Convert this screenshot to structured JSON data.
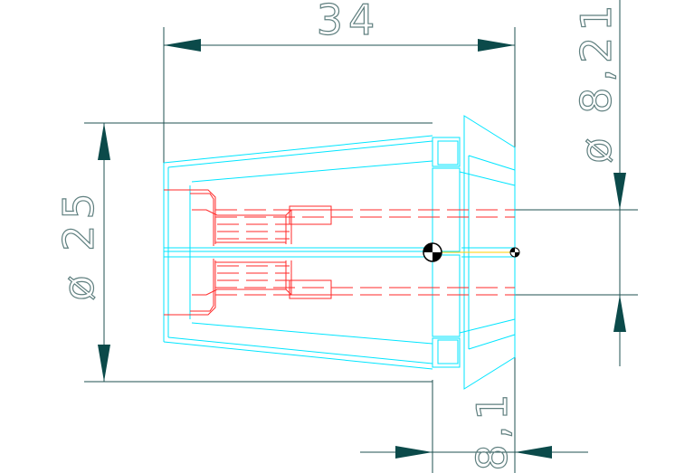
{
  "dimensions": {
    "length": "34",
    "outer_diameter": "ø 25",
    "bore_diameter": "ø 8,21",
    "nose_length": "8,1"
  },
  "colors": {
    "dimension": "#1f5050",
    "arrow": "#0b4a4a",
    "outline": "#00e5ff",
    "hidden": "#ff2a2a",
    "centerline": "#ffd000",
    "background": "#ffffff"
  }
}
